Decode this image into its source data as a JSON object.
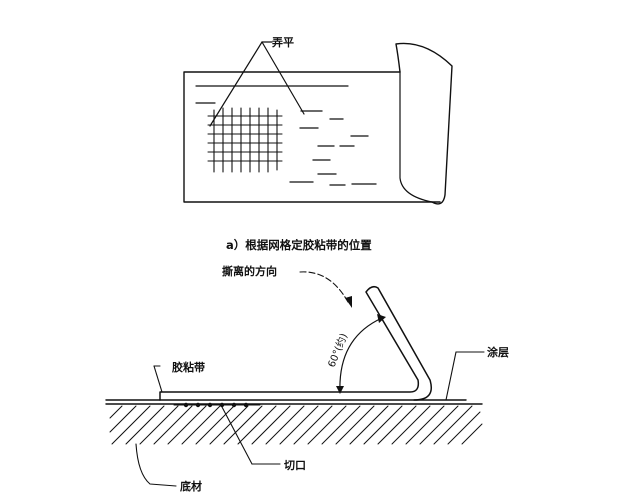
{
  "top_figure": {
    "label_flatten": "弄平",
    "caption": "a）根据网格定胶粘带的位置"
  },
  "bottom_figure": {
    "label_peel_direction": "撕离的方向",
    "label_angle": "60°(约)",
    "label_tape": "胶粘带",
    "label_coating": "涂层",
    "label_cut": "切口",
    "label_substrate": "底材"
  }
}
